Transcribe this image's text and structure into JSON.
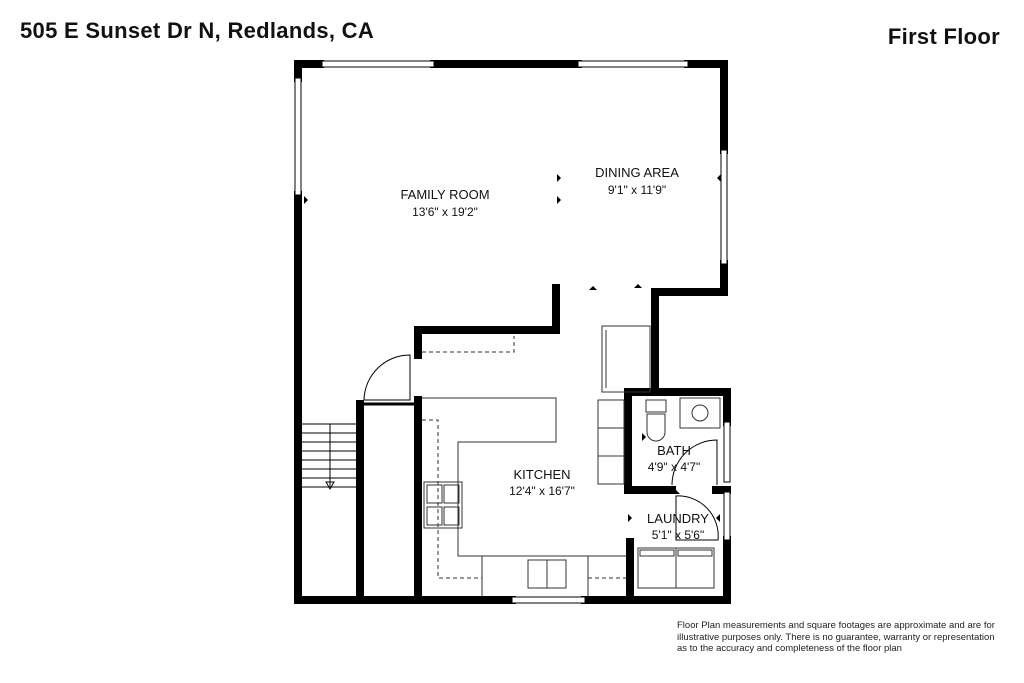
{
  "header": {
    "address": "505 E Sunset Dr N, Redlands, CA",
    "floor": "First Floor"
  },
  "rooms": {
    "family_room": {
      "name": "FAMILY ROOM",
      "dims": "13'6\" x 19'2\""
    },
    "dining_area": {
      "name": "DINING AREA",
      "dims": "9'1\" x 11'9\""
    },
    "kitchen": {
      "name": "KITCHEN",
      "dims": "12'4\" x 16'7\""
    },
    "bath": {
      "name": "BATH",
      "dims": "4'9\" x 4'7\""
    },
    "laundry": {
      "name": "LAUNDRY",
      "dims": "5'1\" x 5'6\""
    }
  },
  "disclaimer": {
    "line1": "Floor Plan measurements and square footages are approximate and are for",
    "line2": "illustrative purposes only. There is no guarantee, warranty or representation",
    "line3": "as to the accuracy and completeness of the floor plan"
  },
  "colors": {
    "wall": "#000000",
    "fixture": "#333333"
  }
}
